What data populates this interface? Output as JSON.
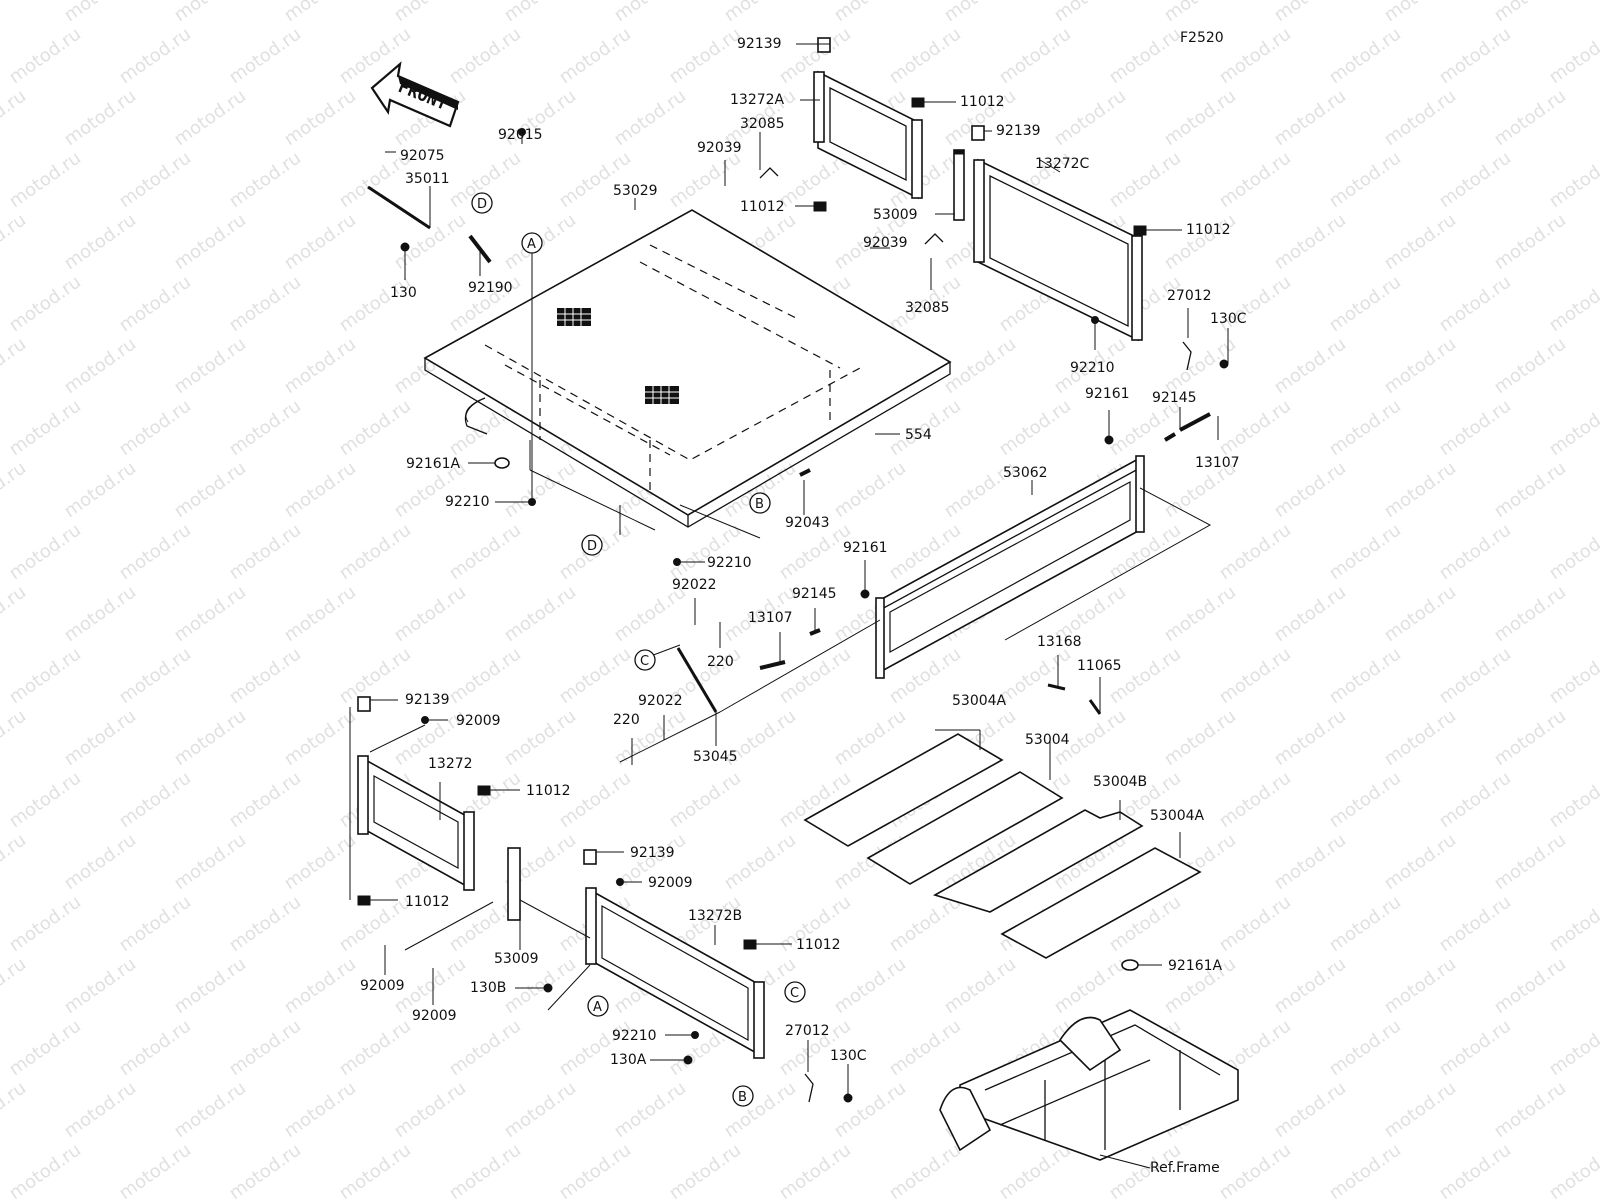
{
  "diagram": {
    "figure_code": "F2520",
    "front_label": "FRONT",
    "ref_frame_label": "Ref.Frame",
    "watermark": "motod.ru",
    "circle_refs": [
      "A",
      "B",
      "C",
      "D"
    ],
    "part_labels": {
      "p92139_top": "92139",
      "p13272A": "13272A",
      "p11012_t1": "11012",
      "p32085_a": "32085",
      "p92039_a": "92039",
      "p11012_t2": "11012",
      "p92139_r": "92139",
      "p13272C": "13272C",
      "p53009_a": "53009",
      "p11012_r": "11012",
      "p92039_b": "92039",
      "p32085_b": "32085",
      "p27012_a": "27012",
      "p130C_a": "130C",
      "p92210_r": "92210",
      "p92015": "92015",
      "p92075": "92075",
      "p35011": "35011",
      "p130": "130",
      "p92190": "92190",
      "p53029": "53029",
      "p92161_r": "92161",
      "p92145_r": "92145",
      "p13107_r": "13107",
      "p554": "554",
      "p92161A_l": "92161A",
      "p53062": "53062",
      "p92210_l": "92210",
      "p92043": "92043",
      "p92210_c": "92210",
      "p92161_c": "92161",
      "p92022_a": "92022",
      "p92145_c": "92145",
      "p13107_c": "13107",
      "p220_a": "220",
      "p13168": "13168",
      "p11065": "11065",
      "p92022_b": "92022",
      "p220_b": "220",
      "p53045": "53045",
      "p53004A_a": "53004A",
      "p53004": "53004",
      "p53004B": "53004B",
      "p53004A_b": "53004A",
      "p92139_l": "92139",
      "p92009_a": "92009",
      "p13272": "13272",
      "p11012_l": "11012",
      "p11012_lb": "11012",
      "p92139_b": "92139",
      "p92009_b": "92009",
      "p13272B": "13272B",
      "p11012_b": "11012",
      "p53009_b": "53009",
      "p92009_c": "92009",
      "p92009_d": "92009",
      "p130B": "130B",
      "p92210_b": "92210",
      "p130A": "130A",
      "p27012_b": "27012",
      "p130C_b": "130C",
      "p92161A_r": "92161A"
    }
  }
}
